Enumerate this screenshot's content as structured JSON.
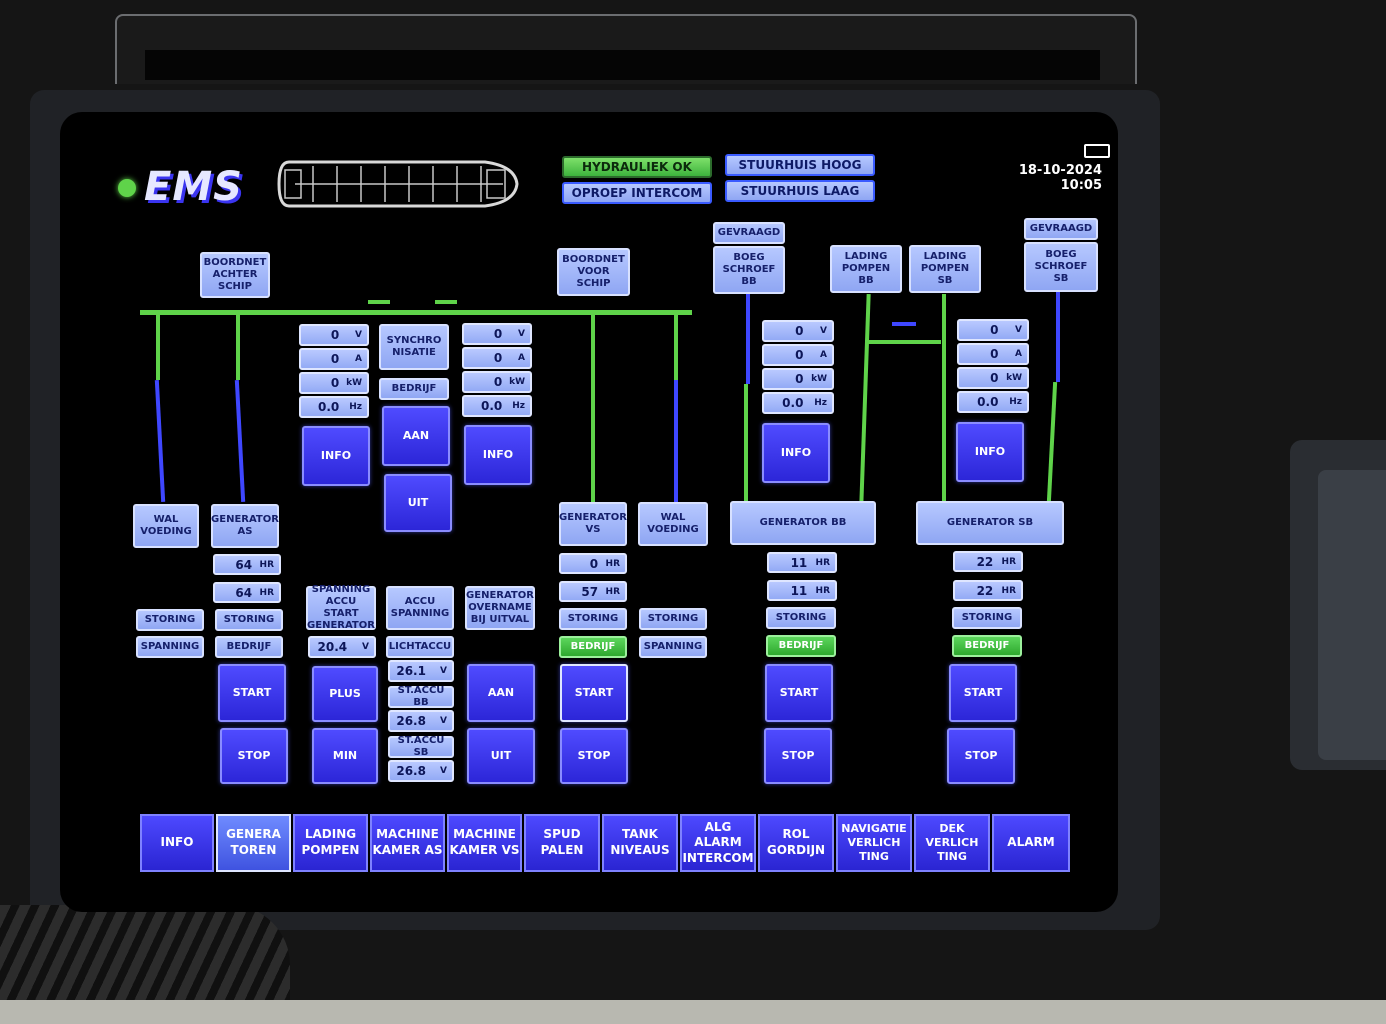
{
  "header": {
    "app_title": "EMS",
    "datetime": "18-10-2024 10:05",
    "status_buttons": {
      "hydrauliek": "HYDRAULIEK OK",
      "oproep": "OPROEP INTERCOM",
      "stuurhuis_hoog": "STUURHUIS HOOG",
      "stuurhuis_laag": "STUURHUIS LAAG"
    }
  },
  "labels": {
    "boordnet_achter": "BOORDNET\nACHTER\nSCHIP",
    "boordnet_voor": "BOORDNET\nVOOR\nSCHIP",
    "synchro": "SYNCHRO\nNISATIE",
    "bedrijf": "BEDRIJF",
    "gevraagd": "GEVRAAGD",
    "boeg_bb": "BOEG\nSCHROEF\nBB",
    "boeg_sb": "BOEG\nSCHROEF\nSB",
    "lading_bb": "LADING\nPOMPEN\nBB",
    "lading_sb": "LADING\nPOMPEN\nSB",
    "wal_voeding": "WAL\nVOEDING",
    "generator_as": "GENERATOR\nAS",
    "generator_vs": "GENERATOR\nVS",
    "generator_bb": "GENERATOR BB",
    "generator_sb": "GENERATOR SB",
    "spanning_accu_start": "SPANNING\nACCU START\nGENERATOR",
    "accu_spanning": "ACCU\nSPANNING",
    "generator_overname": "GENERATOR\nOVERNAME\nBIJ UITVAL",
    "lichtaccu": "LICHTACCU",
    "staccu_bb": "ST.ACCU BB",
    "staccu_sb": "ST.ACCU SB",
    "storing": "STORING",
    "spanning": "SPANNING"
  },
  "meters": {
    "as": {
      "v": "0",
      "a": "0",
      "kw": "0",
      "hz": "0.0"
    },
    "vs": {
      "v": "0",
      "a": "0",
      "kw": "0",
      "hz": "0.0"
    },
    "bb": {
      "v": "0",
      "a": "0",
      "kw": "0",
      "hz": "0.0"
    },
    "sb": {
      "v": "0",
      "a": "0",
      "kw": "0",
      "hz": "0.0"
    }
  },
  "units": {
    "v": "V",
    "a": "A",
    "kw": "kW",
    "hz": "Hz",
    "hr": "HR"
  },
  "hours": {
    "as_1": "64",
    "as_2": "64",
    "vs_1": "0",
    "vs_2": "57",
    "bb_1": "11",
    "bb_2": "11",
    "sb_1": "22",
    "sb_2": "22"
  },
  "voltages": {
    "accu_start": "20.4",
    "lichtaccu": "26.1",
    "staccu_bb": "26.8",
    "staccu_sb": "26.8"
  },
  "buttons": {
    "info": "INFO",
    "aan": "AAN",
    "uit": "UIT",
    "start": "START",
    "stop": "STOP",
    "plus": "PLUS",
    "min": "MIN"
  },
  "nav": [
    {
      "label": "INFO"
    },
    {
      "label": "GENERA\nTOREN"
    },
    {
      "label": "LADING\nPOMPEN"
    },
    {
      "label": "MACHINE\nKAMER AS"
    },
    {
      "label": "MACHINE\nKAMER VS"
    },
    {
      "label": "SPUD\nPALEN"
    },
    {
      "label": "TANK\nNIVEAUS"
    },
    {
      "label": "ALG ALARM\nINTERCOM"
    },
    {
      "label": "ROL\nGORDIJN"
    },
    {
      "label": "NAVIGATIE\nVERLICH\nTING"
    },
    {
      "label": "DEK\nVERLICH\nTING"
    },
    {
      "label": "ALARM"
    }
  ],
  "colors": {
    "button": "#3a34f0",
    "line_on": "#5fd34a",
    "line_off": "#3f47ff",
    "status_ok": "#3db33d"
  }
}
